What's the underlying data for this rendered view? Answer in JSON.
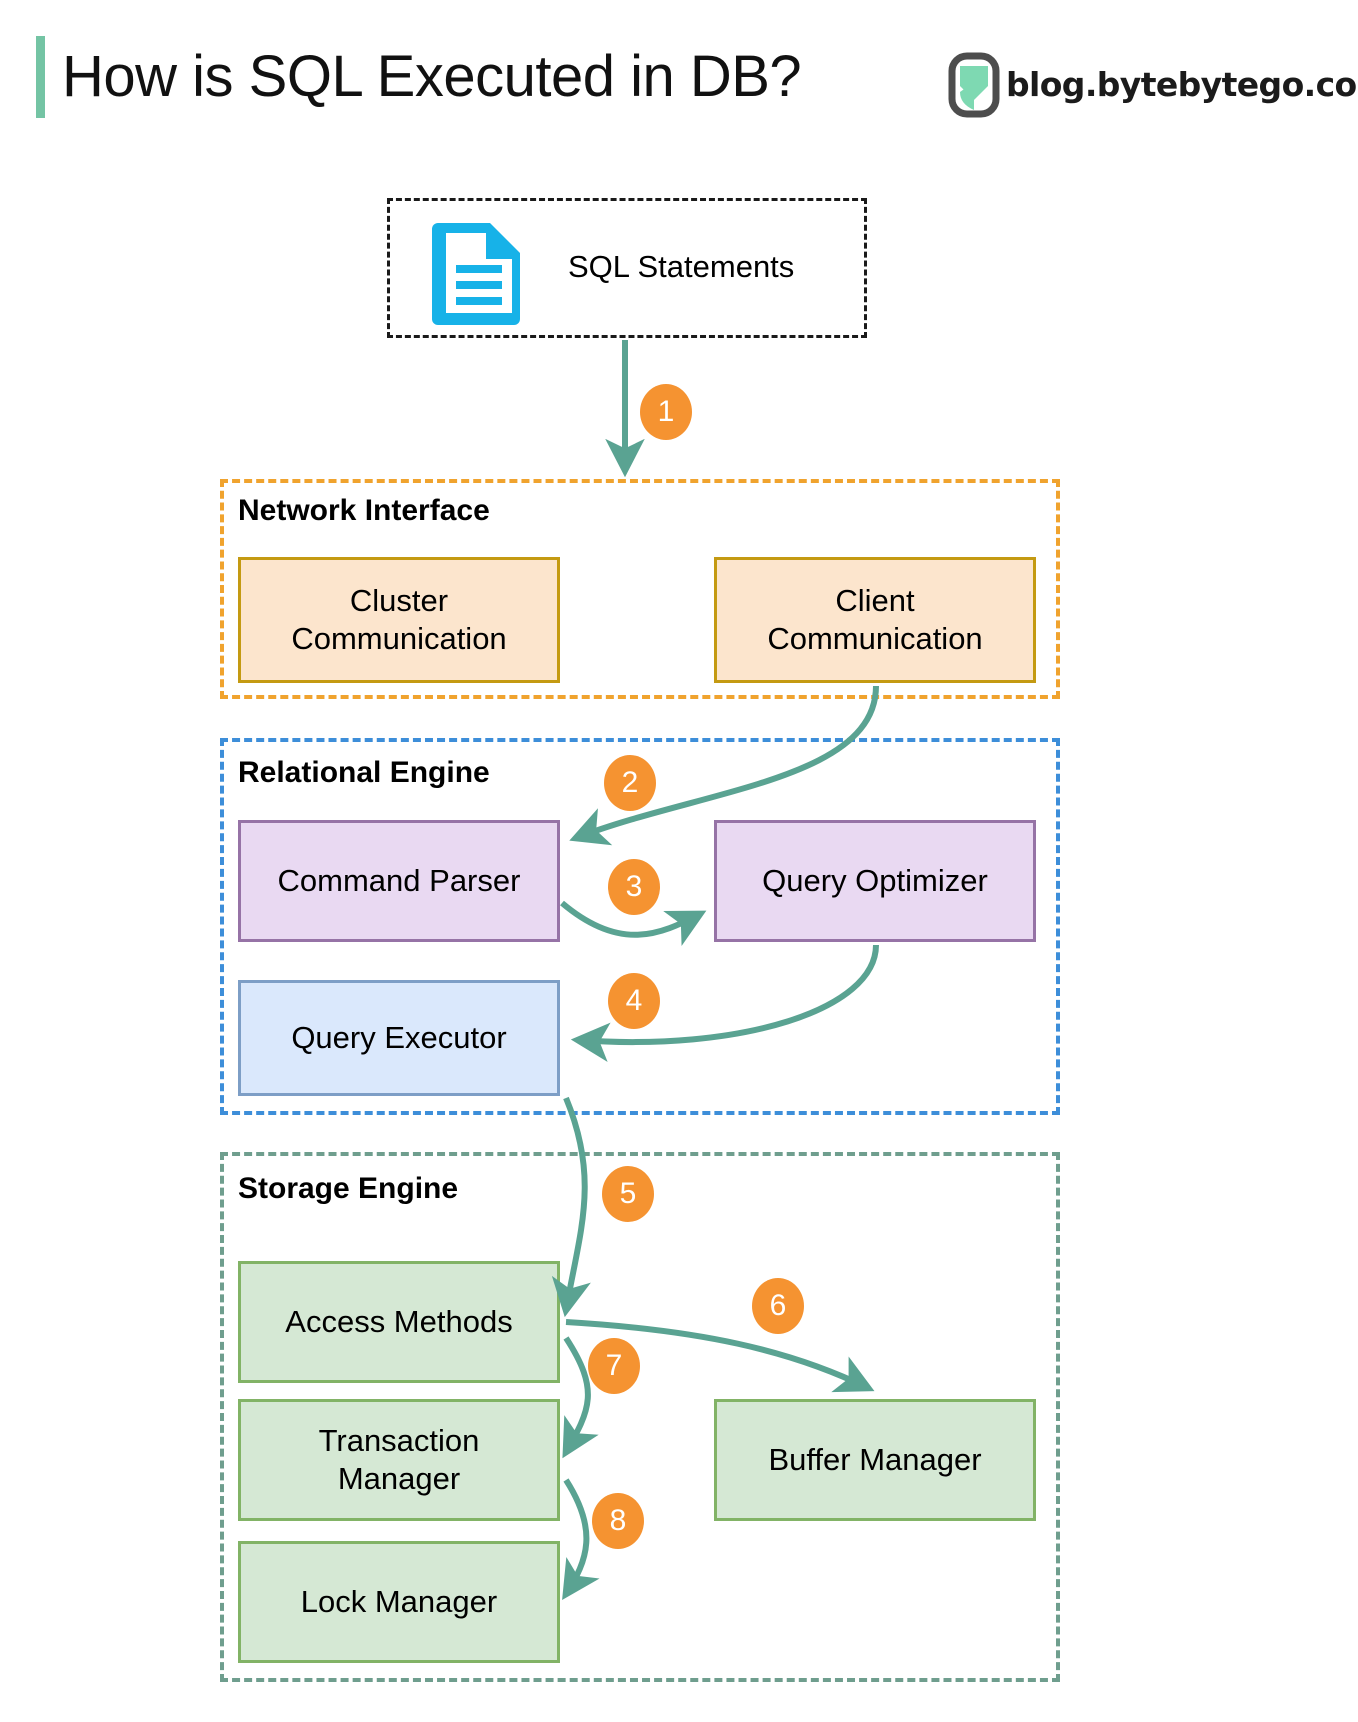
{
  "header": {
    "title": "How is SQL Executed in DB?",
    "accent_bar_color": "#74c4a4",
    "logo_text": "blog.bytebytego.com",
    "logo_icon": "bytebytego-logo-icon"
  },
  "source": {
    "label": "SQL Statements",
    "icon": "document-icon",
    "icon_color": "#17b2e8",
    "border_style": "dashed"
  },
  "groups": [
    {
      "id": "network-interface",
      "label": "Network Interface",
      "border_color": "#f0a32e"
    },
    {
      "id": "relational-engine",
      "label": "Relational Engine",
      "border_color": "#3d8ed9"
    },
    {
      "id": "storage-engine",
      "label": "Storage Engine",
      "border_color": "#6f9e8e"
    }
  ],
  "nodes": [
    {
      "id": "cluster-communication",
      "label": "Cluster\nCommunication",
      "group": "network-interface",
      "fill": "#fce5cd",
      "stroke": "#c49a12"
    },
    {
      "id": "client-communication",
      "label": "Client\nCommunication",
      "group": "network-interface",
      "fill": "#fce5cd",
      "stroke": "#c49a12"
    },
    {
      "id": "command-parser",
      "label": "Command Parser",
      "group": "relational-engine",
      "fill": "#e9d9f2",
      "stroke": "#9673a6"
    },
    {
      "id": "query-optimizer",
      "label": "Query Optimizer",
      "group": "relational-engine",
      "fill": "#e9d9f2",
      "stroke": "#9673a6"
    },
    {
      "id": "query-executor",
      "label": "Query Executor",
      "group": "relational-engine",
      "fill": "#dae8fc",
      "stroke": "#7d9ec6"
    },
    {
      "id": "access-methods",
      "label": "Access Methods",
      "group": "storage-engine",
      "fill": "#d5e8d4",
      "stroke": "#82b366"
    },
    {
      "id": "transaction-manager",
      "label": "Transaction\nManager",
      "group": "storage-engine",
      "fill": "#d5e8d4",
      "stroke": "#82b366"
    },
    {
      "id": "lock-manager",
      "label": "Lock Manager",
      "group": "storage-engine",
      "fill": "#d5e8d4",
      "stroke": "#82b366"
    },
    {
      "id": "buffer-manager",
      "label": "Buffer Manager",
      "group": "storage-engine",
      "fill": "#d5e8d4",
      "stroke": "#82b366"
    }
  ],
  "steps": [
    {
      "n": "1",
      "from": "sql-statements",
      "to": "network-interface"
    },
    {
      "n": "2",
      "from": "client-communication",
      "to": "command-parser"
    },
    {
      "n": "3",
      "from": "command-parser",
      "to": "query-optimizer"
    },
    {
      "n": "4",
      "from": "query-optimizer",
      "to": "query-executor"
    },
    {
      "n": "5",
      "from": "query-executor",
      "to": "access-methods"
    },
    {
      "n": "6",
      "from": "access-methods",
      "to": "buffer-manager"
    },
    {
      "n": "7",
      "from": "access-methods",
      "to": "transaction-manager"
    },
    {
      "n": "8",
      "from": "transaction-manager",
      "to": "lock-manager"
    }
  ],
  "colors": {
    "arrow": "#5aa392",
    "badge": "#f59331",
    "badge_text": "#ffffff",
    "background": "#ffffff"
  }
}
